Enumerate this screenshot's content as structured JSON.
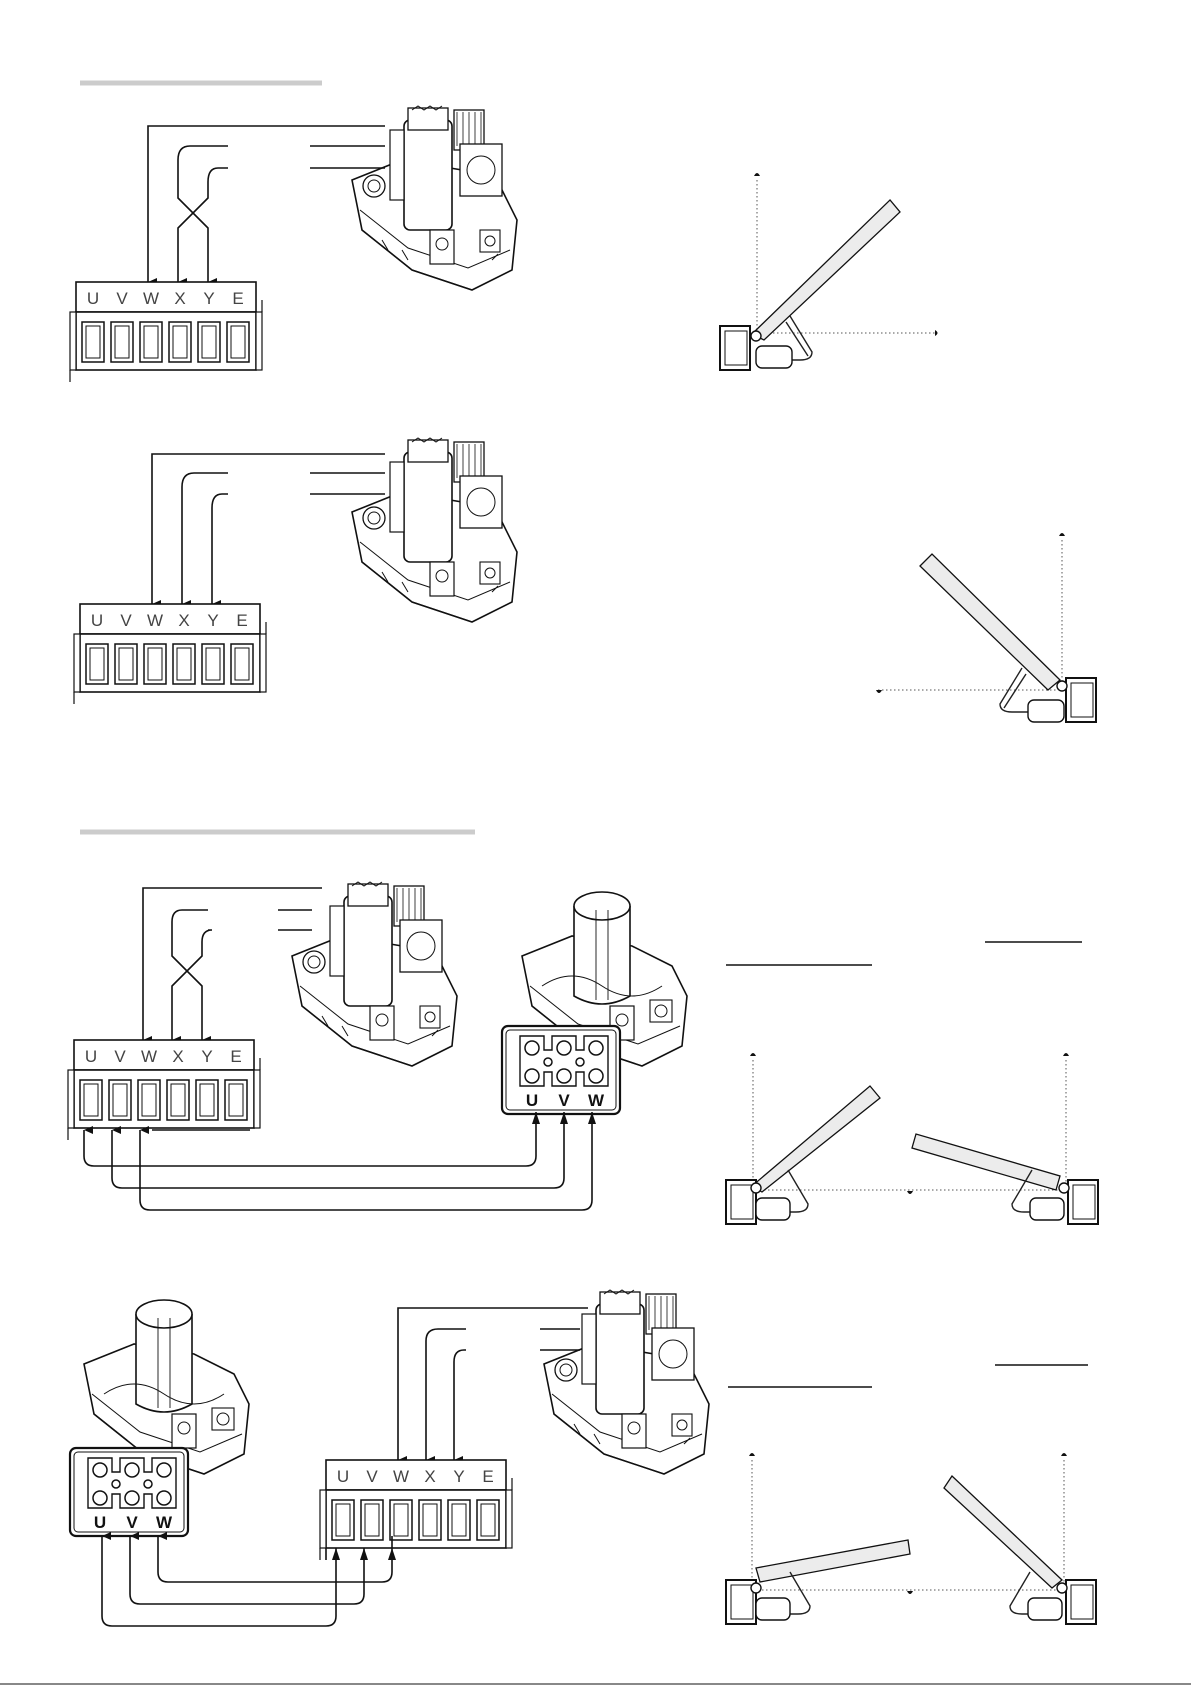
{
  "terminal_block": {
    "letters": [
      "U",
      "V",
      "W",
      "X",
      "Y",
      "E"
    ]
  },
  "motor_connector": {
    "letters": [
      "U",
      "V",
      "W"
    ]
  },
  "colors": {
    "line": "#111111",
    "section_rule": "#cccccc",
    "gate_leaf_fill": "#ececec"
  },
  "icons": [
    "motor-control-unit",
    "motor-unit",
    "terminal-block",
    "motor-connector",
    "gate-leaf",
    "gate-pillar",
    "stop-marker"
  ]
}
